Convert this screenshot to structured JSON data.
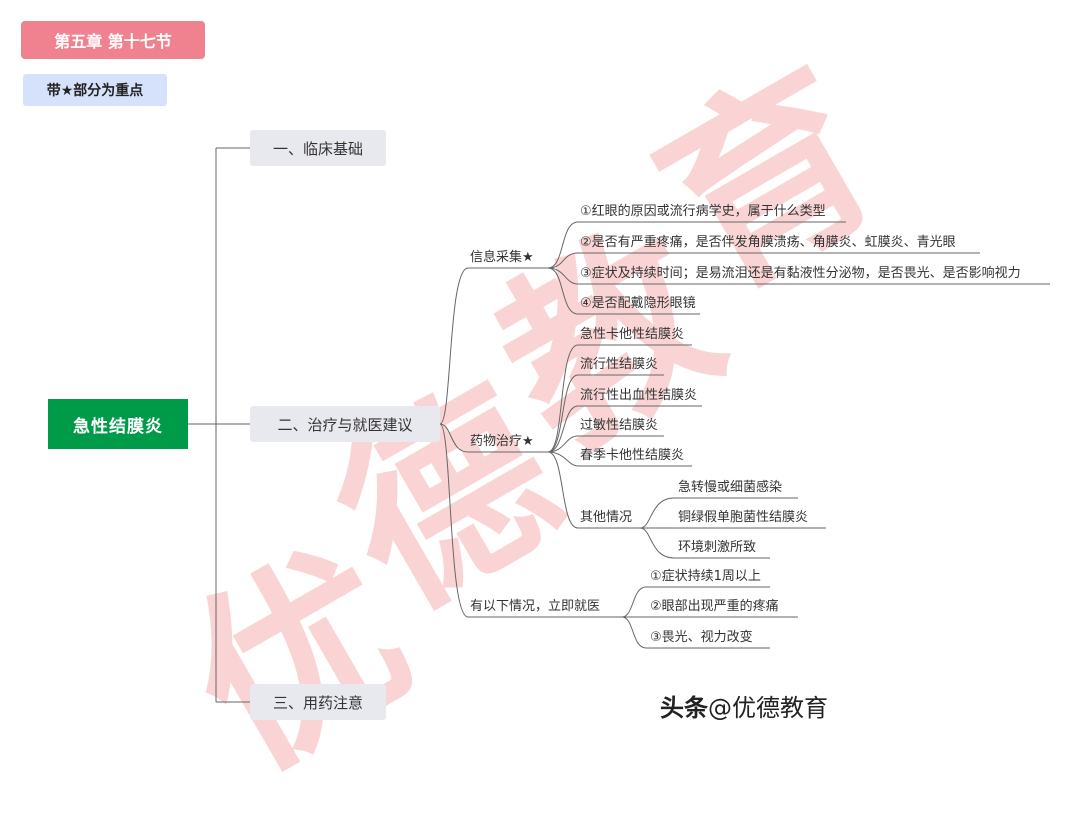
{
  "chapter": "第五章 第十七节",
  "note": "带★部分为重点",
  "root": "急性结膜炎",
  "branch1": "一、临床基础",
  "branch2": "二、治疗与就医建议",
  "branch3": "三、用药注意",
  "info": {
    "label": "信息采集★",
    "items": [
      "①红眼的原因或流行病学史，属于什么类型",
      "②是否有严重疼痛，是否伴发角膜溃疡、角膜炎、虹膜炎、青光眼",
      "③症状及持续时间；是易流泪还是有黏液性分泌物，是否畏光、是否影响视力",
      "④是否配戴隐形眼镜"
    ]
  },
  "drug": {
    "label": "药物治疗★",
    "items": [
      "急性卡他性结膜炎",
      "流行性结膜炎",
      "流行性出血性结膜炎",
      "过敏性结膜炎",
      "春季卡他性结膜炎"
    ],
    "other": {
      "label": "其他情况",
      "items": [
        "急转慢或细菌感染",
        "铜绿假单胞菌性结膜炎",
        "环境刺激所致"
      ]
    }
  },
  "urgent": {
    "label": "有以下情况，立即就医",
    "items": [
      "①症状持续1周以上",
      "②眼部出现严重的疼痛",
      "③畏光、视力改变"
    ]
  },
  "watermark": {
    "big": [
      "优",
      "德",
      "教",
      "育"
    ],
    "head": "头条",
    "handle": "@优德教育"
  }
}
